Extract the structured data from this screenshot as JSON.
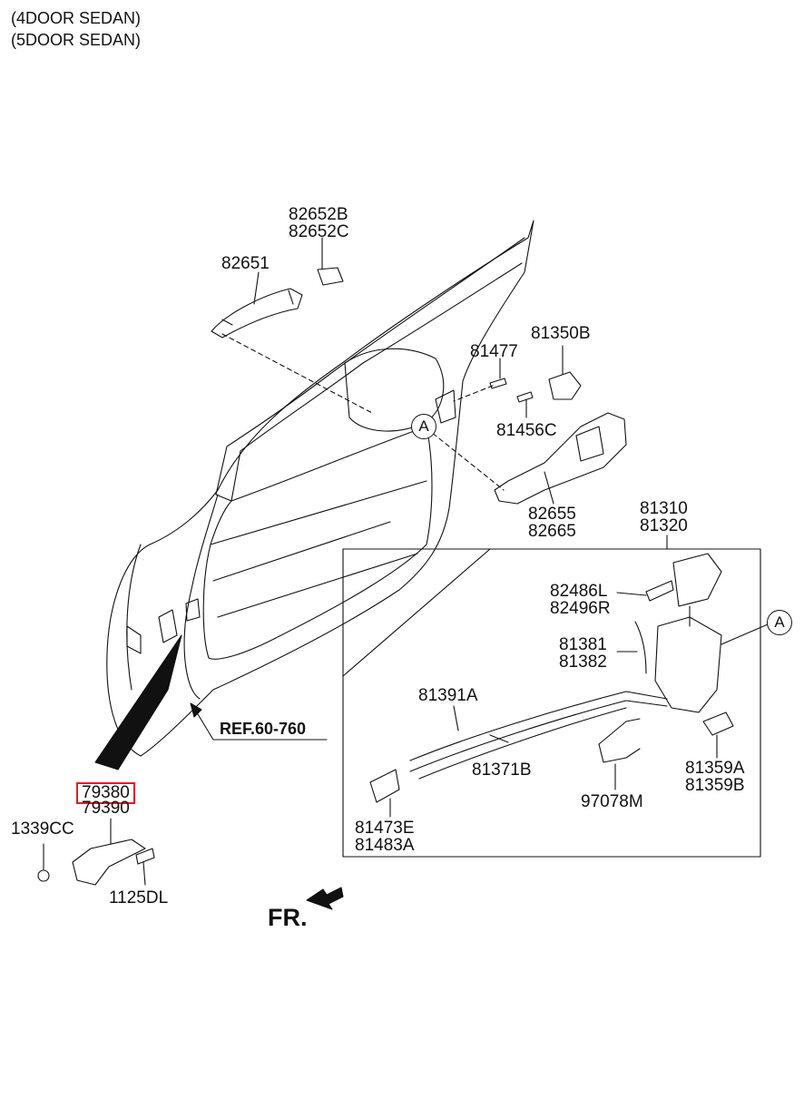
{
  "header": {
    "line1": "(4DOOR SEDAN)",
    "line2": "(5DOOR SEDAN)"
  },
  "colors": {
    "highlight": "#e21c23",
    "line": "#111111"
  },
  "highlighted_part": "79380",
  "callout_marker": "A",
  "reference": "REF.60-760",
  "front_marker": "FR.",
  "parts": {
    "p82652b": "82652B",
    "p82652c": "82652C",
    "p82651": "82651",
    "p81477": "81477",
    "p81350b": "81350B",
    "p81456c": "81456C",
    "p82655": "82655",
    "p82665": "82665",
    "p81310": "81310",
    "p81320": "81320",
    "p82486l": "82486L",
    "p82496r": "82496R",
    "p81381": "81381",
    "p81382": "81382",
    "p81391a": "81391A",
    "p81371b": "81371B",
    "p97078m": "97078M",
    "p81359a": "81359A",
    "p81359b": "81359B",
    "p81473e": "81473E",
    "p81483a": "81483A",
    "p79380": "79380",
    "p79390": "79390",
    "p1339cc": "1339CC",
    "p1125dl": "1125DL"
  }
}
